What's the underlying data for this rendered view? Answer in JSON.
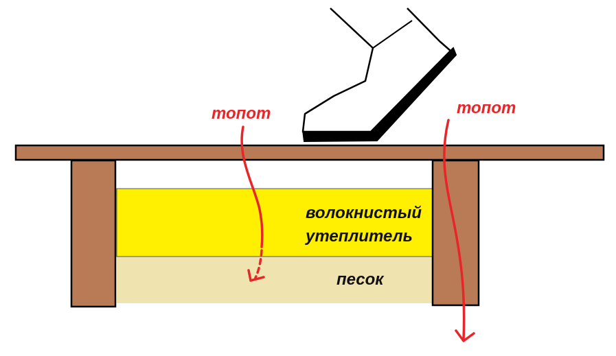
{
  "labels": {
    "stomp_left": "топот",
    "stomp_right": "топот",
    "insulation_line1": "волокнистый",
    "insulation_line2": "утеплитель",
    "sand": "песок"
  },
  "colors": {
    "wood": "#b97a56",
    "insulation": "#ffef00",
    "sand": "#efe4b0",
    "arrow": "#e8262a",
    "outline": "#000000",
    "background": "#ffffff"
  },
  "icons": {
    "boot": "boot-icon",
    "arrow_left": "wavy-arrow-down-icon",
    "arrow_right": "wavy-arrow-down-icon"
  }
}
